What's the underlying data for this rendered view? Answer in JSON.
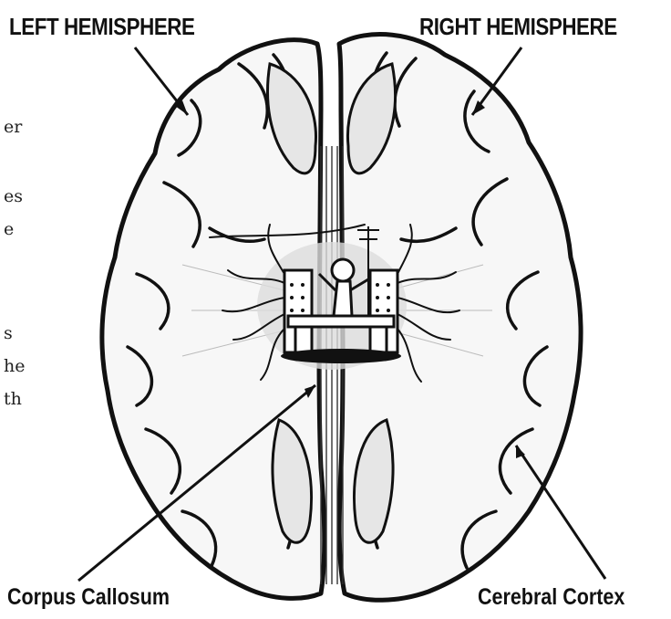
{
  "labels": {
    "left_hemisphere": "LEFT HEMISPHERE",
    "right_hemisphere": "RIGHT HEMISPHERE",
    "corpus_callosum": "Corpus Callosum",
    "cerebral_cortex": "Cerebral Cortex"
  },
  "clipped_text": [
    "er",
    "es",
    "e",
    "s",
    "he",
    "th"
  ],
  "colors": {
    "ink": "#111111",
    "paper": "#ffffff",
    "fill": "#f3f3f3"
  }
}
